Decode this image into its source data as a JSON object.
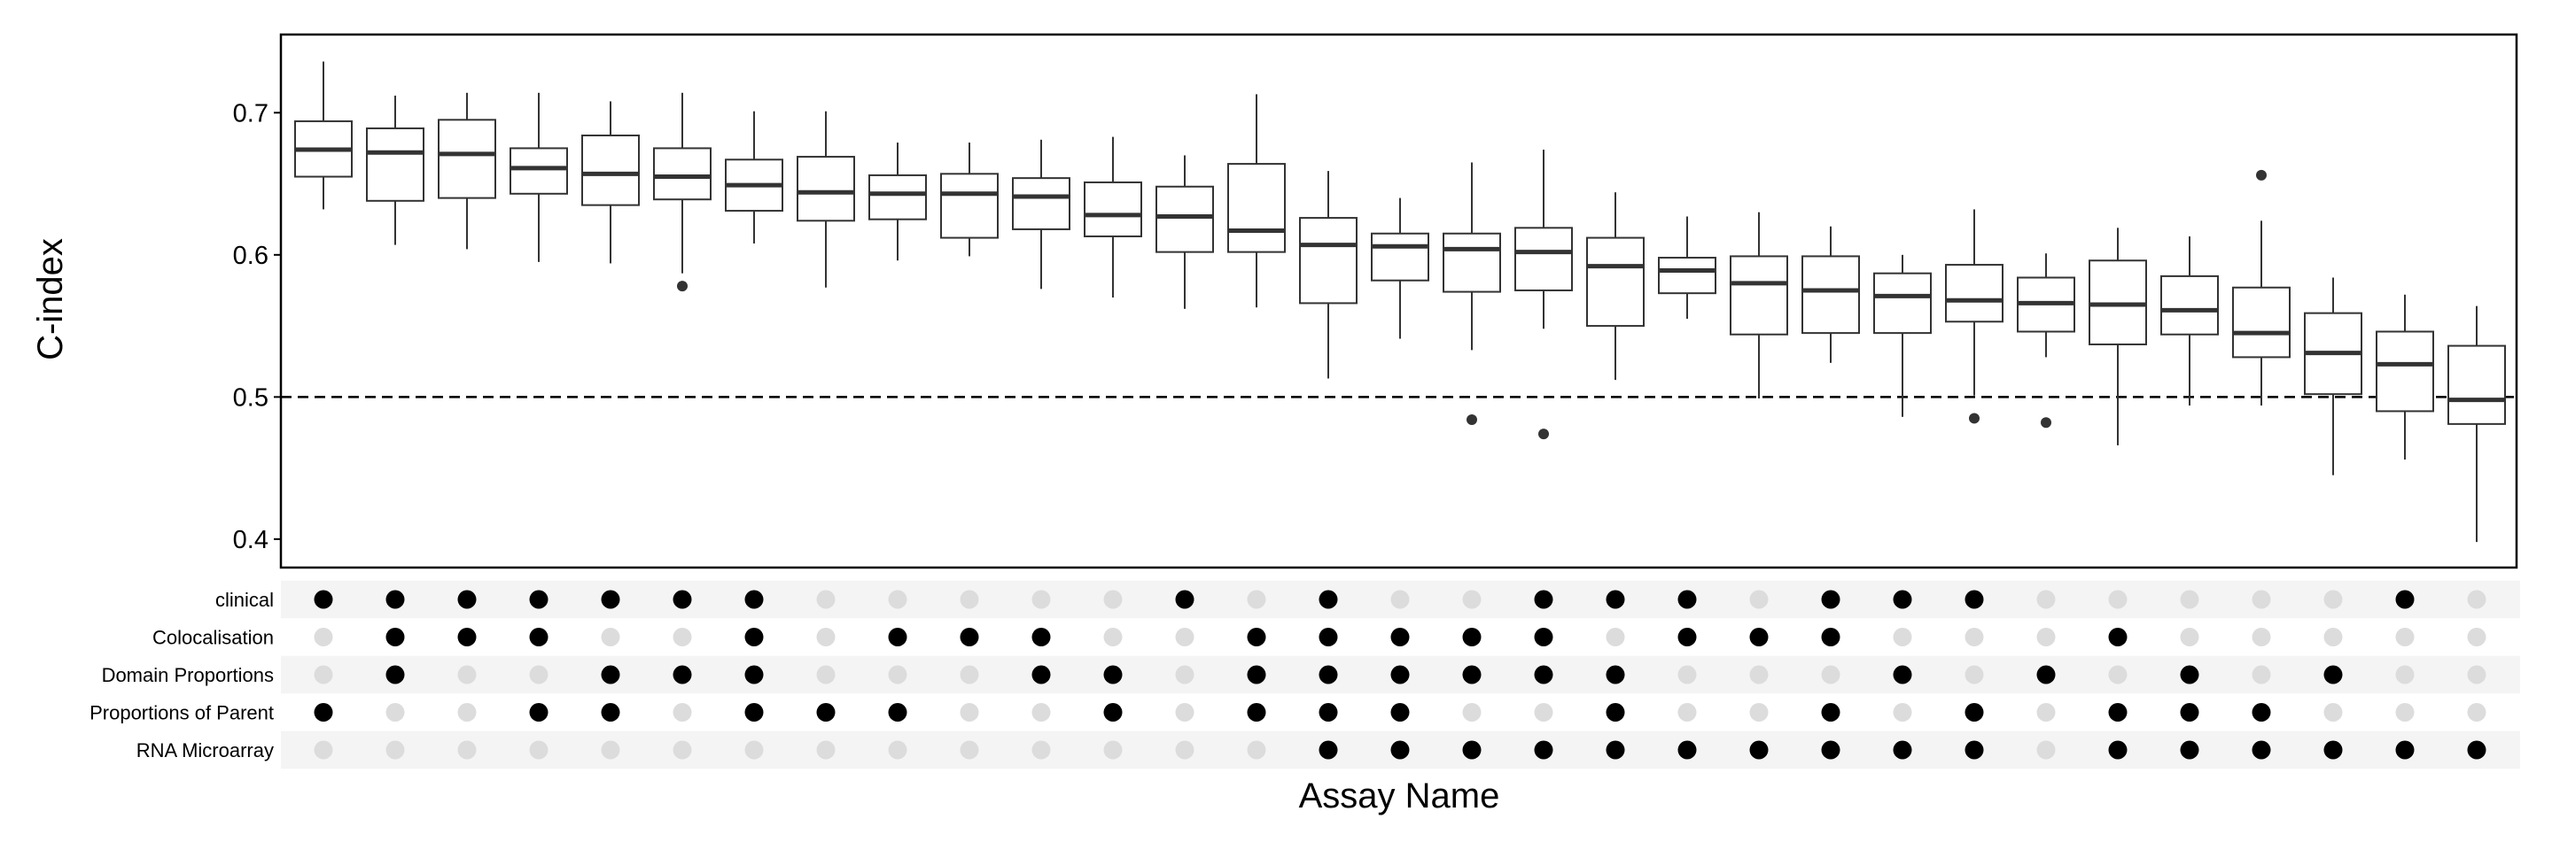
{
  "chart_data": {
    "type": "boxplot",
    "xlabel": "Assay Name",
    "ylabel": "C-index",
    "ylim": [
      0.38,
      0.755
    ],
    "yticks": [
      0.4,
      0.5,
      0.6,
      0.7
    ],
    "ytick_labels": [
      "0.4",
      "0.5",
      "0.6",
      "0.7"
    ],
    "reference_line": 0.5,
    "grid": false,
    "colors": {
      "box_stroke": "#333333",
      "box_fill": "#ffffff",
      "dot_on": "#000000",
      "dot_off": "#dcdcdc",
      "stripe": "#f4f4f4"
    },
    "boxes": [
      {
        "lw": 0.632,
        "q1": 0.655,
        "med": 0.674,
        "q3": 0.694,
        "hi": 0.736,
        "out": []
      },
      {
        "lw": 0.607,
        "q1": 0.638,
        "med": 0.672,
        "q3": 0.689,
        "hi": 0.712,
        "out": []
      },
      {
        "lw": 0.604,
        "q1": 0.64,
        "med": 0.671,
        "q3": 0.695,
        "hi": 0.714,
        "out": []
      },
      {
        "lw": 0.595,
        "q1": 0.643,
        "med": 0.661,
        "q3": 0.675,
        "hi": 0.714,
        "out": []
      },
      {
        "lw": 0.594,
        "q1": 0.635,
        "med": 0.657,
        "q3": 0.684,
        "hi": 0.708,
        "out": []
      },
      {
        "lw": 0.587,
        "q1": 0.639,
        "med": 0.655,
        "q3": 0.675,
        "hi": 0.714,
        "out": [
          0.578
        ]
      },
      {
        "lw": 0.608,
        "q1": 0.631,
        "med": 0.649,
        "q3": 0.667,
        "hi": 0.701,
        "out": []
      },
      {
        "lw": 0.577,
        "q1": 0.624,
        "med": 0.644,
        "q3": 0.669,
        "hi": 0.701,
        "out": []
      },
      {
        "lw": 0.596,
        "q1": 0.625,
        "med": 0.643,
        "q3": 0.656,
        "hi": 0.679,
        "out": []
      },
      {
        "lw": 0.599,
        "q1": 0.612,
        "med": 0.643,
        "q3": 0.657,
        "hi": 0.679,
        "out": []
      },
      {
        "lw": 0.576,
        "q1": 0.618,
        "med": 0.641,
        "q3": 0.654,
        "hi": 0.681,
        "out": []
      },
      {
        "lw": 0.57,
        "q1": 0.613,
        "med": 0.628,
        "q3": 0.651,
        "hi": 0.683,
        "out": []
      },
      {
        "lw": 0.562,
        "q1": 0.602,
        "med": 0.627,
        "q3": 0.648,
        "hi": 0.67,
        "out": []
      },
      {
        "lw": 0.563,
        "q1": 0.602,
        "med": 0.617,
        "q3": 0.664,
        "hi": 0.713,
        "out": []
      },
      {
        "lw": 0.513,
        "q1": 0.566,
        "med": 0.607,
        "q3": 0.626,
        "hi": 0.659,
        "out": []
      },
      {
        "lw": 0.541,
        "q1": 0.582,
        "med": 0.606,
        "q3": 0.615,
        "hi": 0.64,
        "out": []
      },
      {
        "lw": 0.533,
        "q1": 0.574,
        "med": 0.604,
        "q3": 0.615,
        "hi": 0.665,
        "out": [
          0.484
        ]
      },
      {
        "lw": 0.548,
        "q1": 0.575,
        "med": 0.602,
        "q3": 0.619,
        "hi": 0.674,
        "out": [
          0.474
        ]
      },
      {
        "lw": 0.512,
        "q1": 0.55,
        "med": 0.592,
        "q3": 0.612,
        "hi": 0.644,
        "out": []
      },
      {
        "lw": 0.555,
        "q1": 0.573,
        "med": 0.589,
        "q3": 0.598,
        "hi": 0.627,
        "out": []
      },
      {
        "lw": 0.499,
        "q1": 0.544,
        "med": 0.58,
        "q3": 0.599,
        "hi": 0.63,
        "out": []
      },
      {
        "lw": 0.524,
        "q1": 0.545,
        "med": 0.575,
        "q3": 0.599,
        "hi": 0.62,
        "out": []
      },
      {
        "lw": 0.486,
        "q1": 0.545,
        "med": 0.571,
        "q3": 0.587,
        "hi": 0.6,
        "out": []
      },
      {
        "lw": 0.501,
        "q1": 0.553,
        "med": 0.568,
        "q3": 0.593,
        "hi": 0.632,
        "out": [
          0.485
        ]
      },
      {
        "lw": 0.528,
        "q1": 0.546,
        "med": 0.566,
        "q3": 0.584,
        "hi": 0.601,
        "out": [
          0.482
        ]
      },
      {
        "lw": 0.466,
        "q1": 0.537,
        "med": 0.565,
        "q3": 0.596,
        "hi": 0.619,
        "out": []
      },
      {
        "lw": 0.494,
        "q1": 0.544,
        "med": 0.561,
        "q3": 0.585,
        "hi": 0.613,
        "out": []
      },
      {
        "lw": 0.494,
        "q1": 0.528,
        "med": 0.545,
        "q3": 0.577,
        "hi": 0.624,
        "out": [
          0.656
        ]
      },
      {
        "lw": 0.445,
        "q1": 0.502,
        "med": 0.531,
        "q3": 0.559,
        "hi": 0.584,
        "out": []
      },
      {
        "lw": 0.456,
        "q1": 0.49,
        "med": 0.523,
        "q3": 0.546,
        "hi": 0.572,
        "out": []
      },
      {
        "lw": 0.398,
        "q1": 0.481,
        "med": 0.498,
        "q3": 0.536,
        "hi": 0.564,
        "out": []
      }
    ],
    "matrix": {
      "rows": [
        "clinical",
        "Colocalisation",
        "Domain Proportions",
        "Proportions of Parent",
        "RNA Microarray"
      ],
      "values": [
        [
          1,
          1,
          1,
          1,
          1,
          1,
          1,
          0,
          0,
          0,
          0,
          0,
          1,
          0,
          1,
          0,
          0,
          1,
          1,
          1,
          0,
          1,
          1,
          1,
          0,
          0,
          0,
          0,
          0,
          1,
          0
        ],
        [
          0,
          1,
          1,
          1,
          0,
          0,
          1,
          0,
          1,
          1,
          1,
          0,
          0,
          1,
          1,
          1,
          1,
          1,
          0,
          1,
          1,
          1,
          0,
          0,
          0,
          1,
          0,
          0,
          0,
          0,
          0
        ],
        [
          0,
          1,
          0,
          0,
          1,
          1,
          1,
          0,
          0,
          0,
          1,
          1,
          0,
          1,
          1,
          1,
          1,
          1,
          1,
          0,
          0,
          0,
          1,
          0,
          1,
          0,
          1,
          0,
          1,
          0,
          0
        ],
        [
          1,
          0,
          0,
          1,
          1,
          0,
          1,
          1,
          1,
          0,
          0,
          1,
          0,
          1,
          1,
          1,
          0,
          0,
          1,
          0,
          0,
          1,
          0,
          1,
          0,
          1,
          1,
          1,
          0,
          0,
          0
        ],
        [
          0,
          0,
          0,
          0,
          0,
          0,
          0,
          0,
          0,
          0,
          0,
          0,
          0,
          0,
          1,
          1,
          1,
          1,
          1,
          1,
          1,
          1,
          1,
          1,
          0,
          1,
          1,
          1,
          1,
          1,
          1
        ]
      ]
    }
  }
}
